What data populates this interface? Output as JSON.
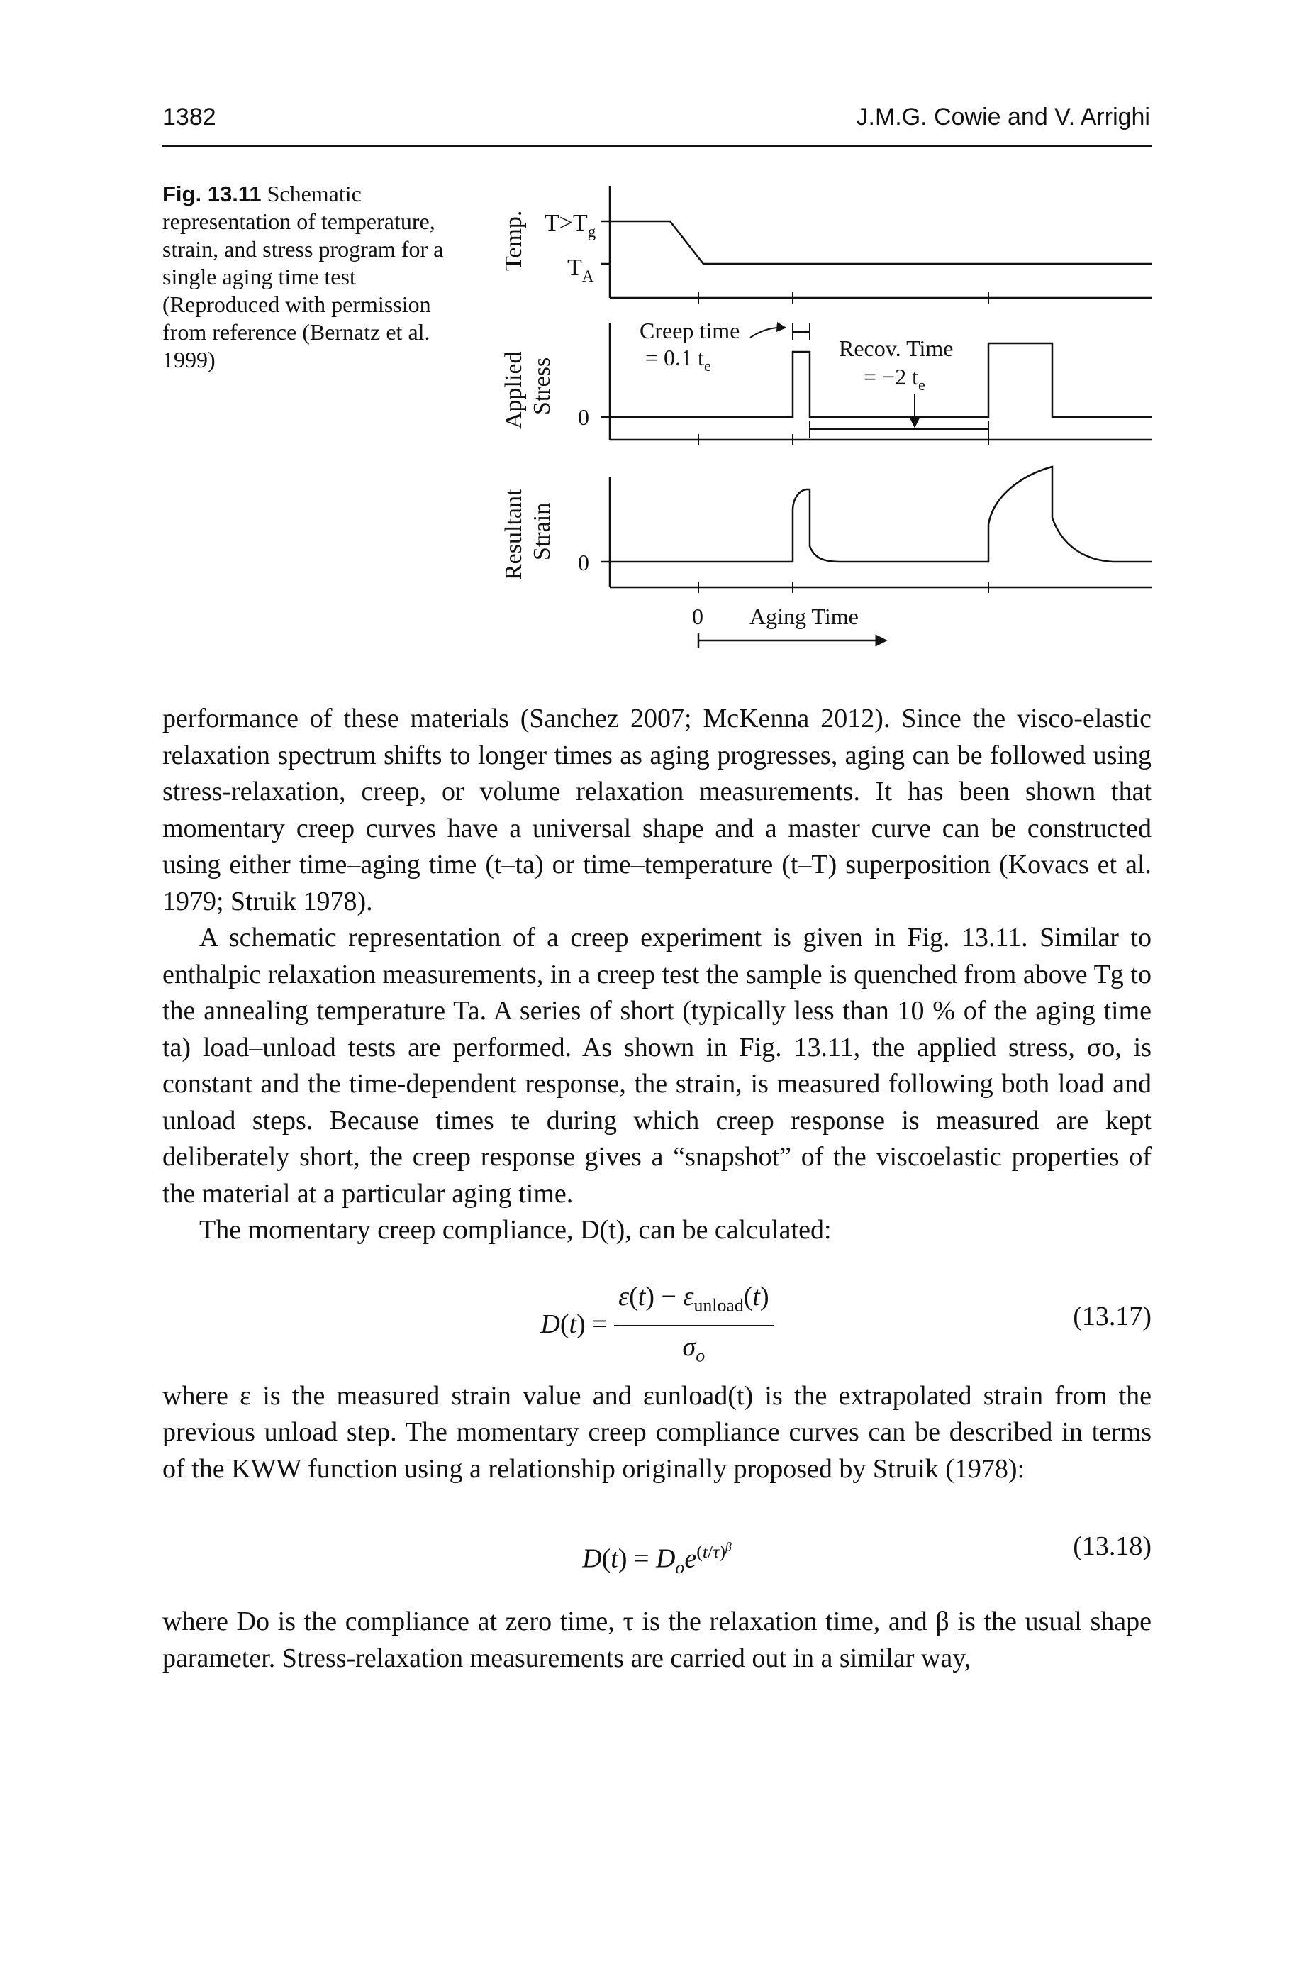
{
  "header": {
    "page_number": "1382",
    "authors": "J.M.G. Cowie and V. Arrighi"
  },
  "figure": {
    "label": "Fig. 13.11",
    "caption": "Schematic representation of temperature, strain, and stress program for a single aging time test (Reproduced with permission from reference (Bernatz et al. 1999)",
    "temp_panel": {
      "ylabel": "Temp.",
      "high_label_main": "T>T",
      "high_label_sub": "g",
      "low_label_main": "T",
      "low_label_sub": "A"
    },
    "stress_panel": {
      "ylabel_line1": "Applied",
      "ylabel_line2": "Stress",
      "zero": "0",
      "creep_line1": "Creep time",
      "creep_line2_main": "= 0.1 t",
      "creep_line2_sub": "e",
      "recov_line1": "Recov. Time",
      "recov_line2_main": "= −2 t",
      "recov_line2_sub": "e"
    },
    "strain_panel": {
      "ylabel_line1": "Resultant",
      "ylabel_line2": "Strain",
      "zero": "0"
    },
    "time_axis": {
      "zero": "0",
      "label": "Aging Time"
    }
  },
  "body": {
    "p1": "performance of these materials (Sanchez 2007; McKenna 2012). Since the visco-elastic relaxation spectrum shifts to longer times as aging progresses, aging can be followed using stress-relaxation, creep, or volume relaxation measurements. It has been shown that momentary creep curves have a universal shape and a master curve can be constructed using either time–aging time (t–ta) or time–temperature (t–T) superposition (Kovacs et al. 1979; Struik 1978).",
    "p2": "A schematic representation of a creep experiment is given in Fig. 13.11. Similar to enthalpic relaxation measurements, in a creep test the sample is quenched from above Tg to the annealing temperature Ta. A series of short (typically less than 10 % of the aging time ta) load–unload tests are performed. As shown in Fig. 13.11, the applied stress, σo, is constant and the time-dependent response, the strain, is measured following both load and unload steps. Because times te during which creep response is measured are kept deliberately short, the creep response gives a “snapshot” of the viscoelastic properties of the material at a particular aging time.",
    "p3": "The momentary creep compliance, D(t), can be calculated:",
    "eq1_number": "(13.17)",
    "p4": "where ε is the measured strain value and εunload(t) is the extrapolated strain from the previous unload step. The momentary creep compliance curves can be described in terms of the KWW function using a relationship originally proposed by Struik (1978):",
    "eq2_number": "(13.18)",
    "p5": "where Do is the compliance at zero time, τ is the relaxation time, and β is the usual shape parameter. Stress-relaxation measurements are carried out in a similar way,"
  }
}
